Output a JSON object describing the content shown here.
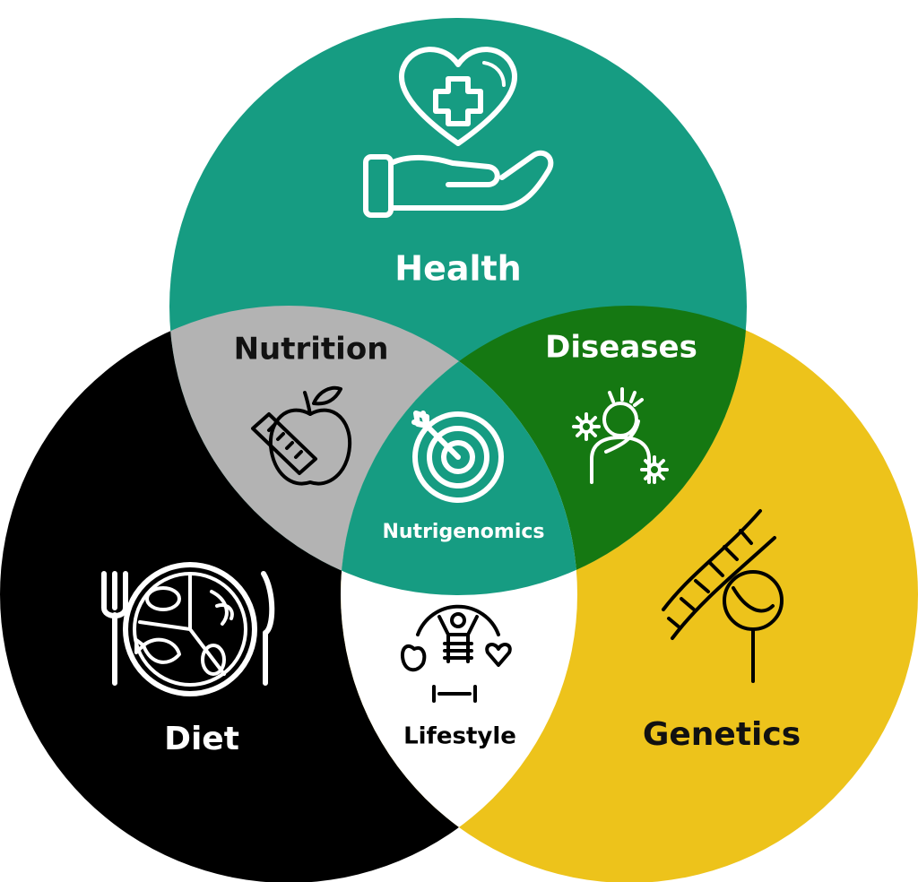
{
  "diagram": {
    "circles": {
      "health": {
        "label": "Health",
        "color": "#169c82",
        "icon": "heart-hand-icon"
      },
      "diet": {
        "label": "Diet",
        "color": "#000000",
        "icon": "plate-cutlery-icon"
      },
      "genetics": {
        "label": "Genetics",
        "color": "#edc31b",
        "icon": "dna-magnifier-icon"
      }
    },
    "overlaps": {
      "nutrition": {
        "label": "Nutrition",
        "color": "#b3b3b3",
        "icon": "apple-measure-icon"
      },
      "diseases": {
        "label": "Diseases",
        "color": "#157812",
        "icon": "headache-person-icon"
      },
      "lifestyle": {
        "label": "Lifestyle",
        "color": "#ffffff",
        "icon": "fitness-person-icon"
      },
      "center": {
        "label": "Nutrigenomics",
        "color": "#169c82",
        "icon": "target-icon"
      }
    }
  }
}
